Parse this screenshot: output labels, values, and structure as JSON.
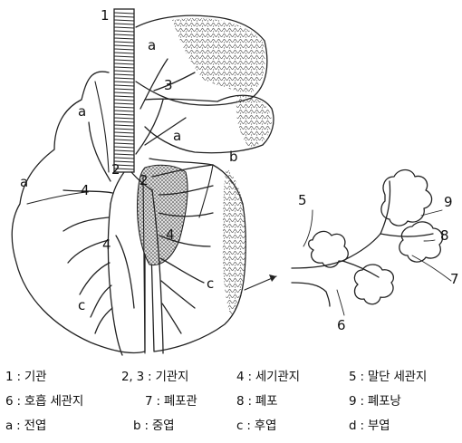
{
  "figure": {
    "callouts": {
      "n1": "1",
      "n2a": "2",
      "n2b": "2",
      "n3": "3",
      "n4a": "4",
      "n4b": "4",
      "n4c": "4",
      "n5": "5",
      "n6": "6",
      "n7": "7",
      "n8": "8",
      "n9": "9",
      "a1": "a",
      "a2": "a",
      "a3": "a",
      "a4": "a",
      "b1": "b",
      "c1": "c",
      "c2": "c"
    }
  },
  "legend": {
    "rows": [
      [
        {
          "key": "1",
          "sep": " : ",
          "label": "기관"
        },
        {
          "key": "2, 3",
          "sep": " : ",
          "label": "기관지"
        },
        {
          "key": "4",
          "sep": " : ",
          "label": "세기관지"
        },
        {
          "key": "5",
          "sep": " : ",
          "label": "말단 세관지"
        }
      ],
      [
        {
          "key": "6",
          "sep": " : ",
          "label": "호흡 세관지"
        },
        {
          "key": "7",
          "sep": " : ",
          "label": "폐포관"
        },
        {
          "key": "8",
          "sep": " : ",
          "label": "폐포"
        },
        {
          "key": "9",
          "sep": " : ",
          "label": "폐포낭"
        }
      ],
      [
        {
          "key": "a",
          "sep": " : ",
          "label": "전엽"
        },
        {
          "key": "b",
          "sep": " : ",
          "label": "중엽"
        },
        {
          "key": "c",
          "sep": " : ",
          "label": "후엽"
        },
        {
          "key": "d",
          "sep": " : ",
          "label": "부엽"
        }
      ]
    ]
  },
  "colors": {
    "ink": "#222222",
    "background": "#ffffff",
    "stipple": "#555555"
  }
}
